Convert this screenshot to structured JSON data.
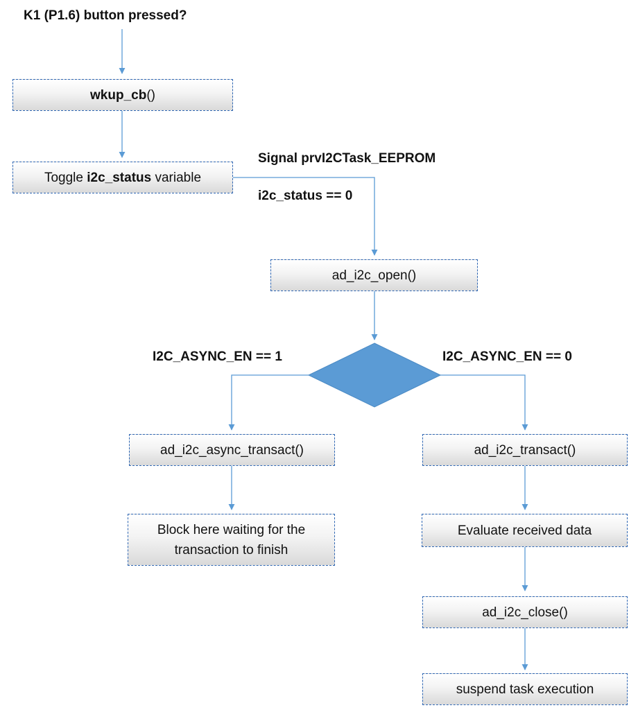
{
  "labels": {
    "trigger": "K1 (P1.6) button pressed?",
    "signal": "Signal prvI2CTask_EEPROM",
    "condition": "i2c_status == 0",
    "async_on": "I2C_ASYNC_EN == 1",
    "async_off": "I2C_ASYNC_EN == 0"
  },
  "boxes": {
    "wkup": {
      "bold": "wkup_cb",
      "suffix": "()"
    },
    "toggle": {
      "prefix": "Toggle ",
      "bold": "i2c_status",
      "suffix": " variable"
    },
    "open": "ad_i2c_open()",
    "async_transact": "ad_i2c_async_transact()",
    "block_line1": "Block here waiting for the",
    "block_line2": "transaction to finish",
    "transact": "ad_i2c_transact()",
    "evaluate": "Evaluate received data",
    "close": "ad_i2c_close()",
    "suspend": "suspend task execution"
  },
  "colors": {
    "arrow": "#5b9bd5",
    "decision_fill": "#5b9bd5",
    "box_border": "#2e66b3"
  }
}
